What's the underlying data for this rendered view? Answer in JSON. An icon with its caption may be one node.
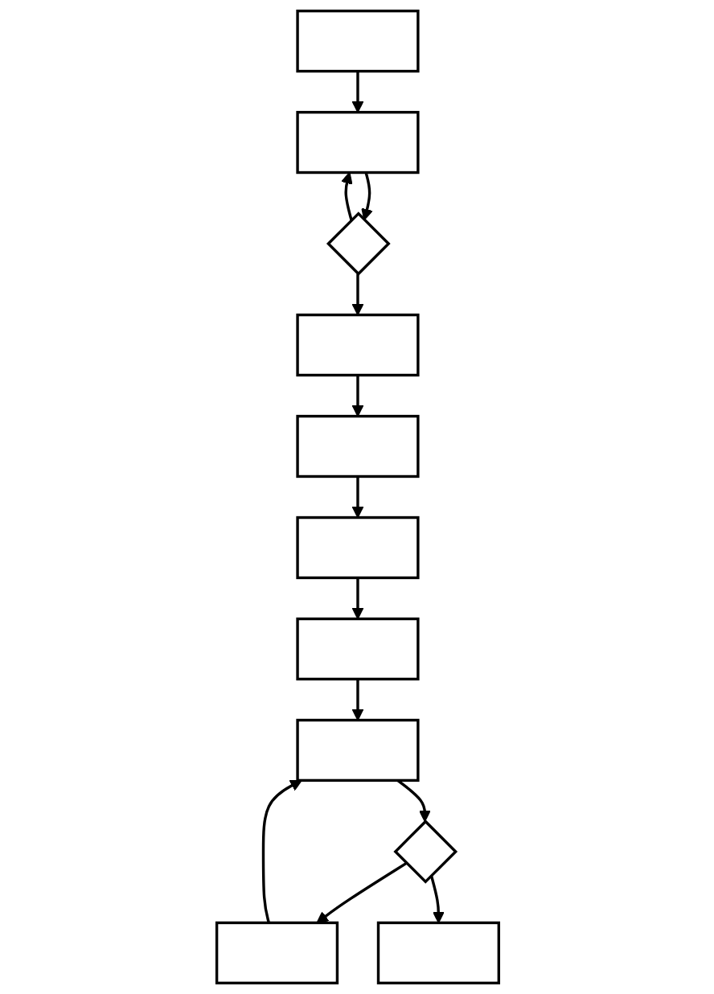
{
  "diagram": {
    "nodes": [
      {
        "text": [],
        "shape": "box"
      },
      {
        "text": [],
        "shape": "box"
      },
      {
        "text": [],
        "shape": "diamond"
      },
      {
        "text": [],
        "shape": "box"
      },
      {
        "text": [],
        "shape": "box"
      },
      {
        "text": [],
        "shape": "box"
      },
      {
        "text": [],
        "shape": "box"
      },
      {
        "text": [],
        "shape": "box"
      },
      {
        "text": [],
        "shape": "diamond"
      },
      {
        "text": [],
        "shape": "box"
      },
      {
        "text": [],
        "shape": "box"
      }
    ],
    "edges": [
      {
        "from": 0,
        "to": 1,
        "arrow": "to"
      },
      {
        "from": 1,
        "to": 2,
        "arrow": "to"
      },
      {
        "from": 2,
        "to": 1,
        "arrow": "to"
      },
      {
        "from": 2,
        "to": 3,
        "arrow": "to"
      },
      {
        "from": 3,
        "to": 4,
        "arrow": "to"
      },
      {
        "from": 4,
        "to": 5,
        "arrow": "to"
      },
      {
        "from": 5,
        "to": 6,
        "arrow": "to"
      },
      {
        "from": 6,
        "to": 7,
        "arrow": "to"
      },
      {
        "from": 9,
        "to": 7,
        "arrow": "to"
      },
      {
        "from": 7,
        "to": 8,
        "arrow": "to"
      },
      {
        "from": 8,
        "to": 9,
        "arrow": "to"
      },
      {
        "from": 8,
        "to": 10,
        "arrow": "to"
      }
    ]
  }
}
